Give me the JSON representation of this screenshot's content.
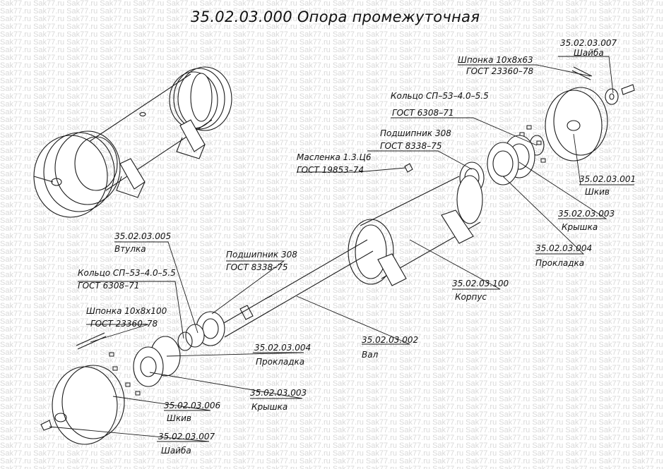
{
  "watermark": "Sak77.ru",
  "title": "35.02.03.000 Опора промежуточная",
  "labels": {
    "l1a": "35.02.03.007",
    "l1b": "Шайба",
    "l2a": "Шпонка 10х8х63",
    "l2b": "ГОСТ 23360–78",
    "l3a": "Кольцо СП–53–4.0–5.5",
    "l3b": "ГОСТ 6308–71",
    "l4a": "Подшипник 308",
    "l4b": "ГОСТ 8338–75",
    "l5a": "Масленка 1.3.Ц6",
    "l5b": "ГОСТ 19853–74",
    "l6a": "35.02.03.001",
    "l6b": "Шкив",
    "l7a": "35.02.03.003",
    "l7b": "Крышка",
    "l8a": "35.02.03.004",
    "l8b": "Прокладка",
    "l9a": "35.02.03.100",
    "l9b": "Корпус",
    "l10a": "35.02.03.005",
    "l10b": "Втулка",
    "l11a": "Подшипник 308",
    "l11b": "ГОСТ 8338–75",
    "l12a": "Кольцо СП–53–4.0–5.5",
    "l12b": "ГОСТ 6308–71",
    "l13a": "Шпонка 10х8х100",
    "l13b": "ГОСТ 23360–78",
    "l14a": "35.02.03.002",
    "l14b": "Вал",
    "l15a": "35.02.03.004",
    "l15b": "Прокладка",
    "l16a": "35.02.03.003",
    "l16b": "Крышка",
    "l17a": "35.02.03.006",
    "l17b": "Шкив",
    "l18a": "35.02.03.007",
    "l18b": "Шайба"
  }
}
